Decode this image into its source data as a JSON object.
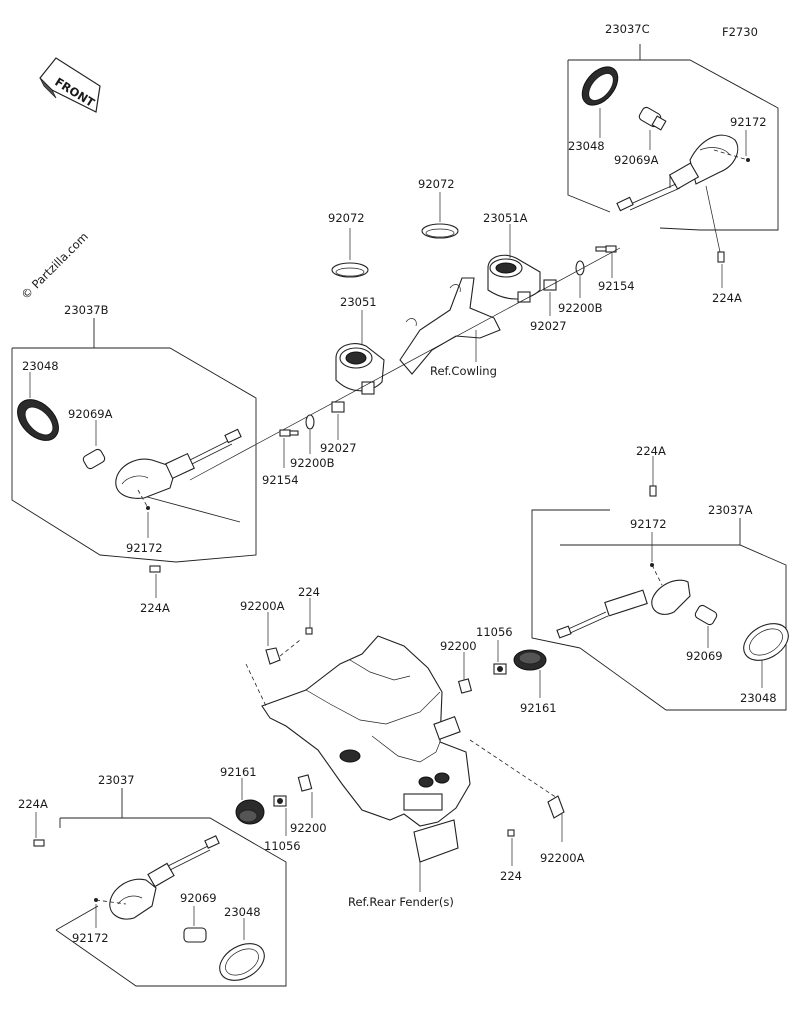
{
  "figure_code": "F2730",
  "watermark": "© Partzilla.com",
  "front_label": "FRONT",
  "parts": {
    "p23037C": "23037C",
    "p23048_tr": "23048",
    "p92069A_tr": "92069A",
    "p92172_tr": "92172",
    "p224A_tr": "224A",
    "p92072_a": "92072",
    "p92072_b": "92072",
    "p23051A": "23051A",
    "p92154_r": "92154",
    "p92200B_r": "92200B",
    "p92027_r": "92027",
    "p23051": "23051",
    "p23037B": "23037B",
    "p23048_l": "23048",
    "p92069A_l": "92069A",
    "p92027_l": "92027",
    "p92200B_l": "92200B",
    "p92154_l": "92154",
    "p92172_l": "92172",
    "p224A_l": "224A",
    "p224A_mr": "224A",
    "p23037A": "23037A",
    "p92172_mr": "92172",
    "p92069_mr": "92069",
    "p23048_mr": "23048",
    "p92200A_t": "92200A",
    "p224_t": "224",
    "p92200_r": "92200",
    "p11056_r": "11056",
    "p92161_r": "92161",
    "p23037": "23037",
    "p224A_bl": "224A",
    "p92161_l": "92161",
    "p11056_l": "11056",
    "p92200_l": "92200",
    "p92172_bl": "92172",
    "p92069_bl": "92069",
    "p23048_bl": "23048",
    "p224_b": "224",
    "p92200A_b": "92200A"
  },
  "references": {
    "cowling": "Ref.Cowling",
    "rear_fender": "Ref.Rear Fender(s)"
  }
}
